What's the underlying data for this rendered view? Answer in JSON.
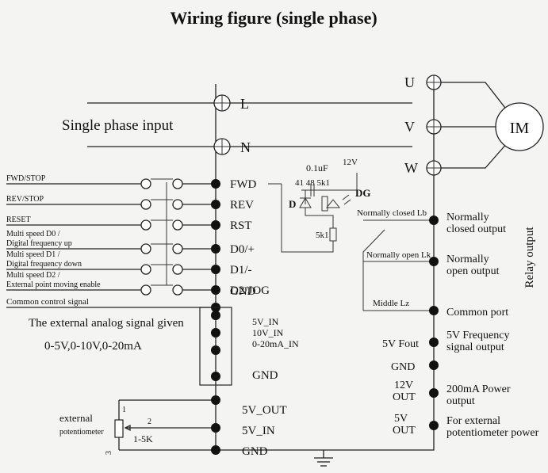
{
  "title": "Wiring figure (single phase)",
  "power": {
    "input_label": "Single phase input",
    "L": "L",
    "N": "N"
  },
  "motor": {
    "U": "U",
    "V": "V",
    "W": "W",
    "label": "IM"
  },
  "inputs": [
    {
      "line": "FWD/STOP",
      "terminal": "FWD"
    },
    {
      "line": "REV/STOP",
      "terminal": "REV"
    },
    {
      "line": "RESET",
      "terminal": "RST"
    },
    {
      "line_top": "Multi speed D0 /",
      "line": "Digital frequency  up",
      "terminal": "D0/+"
    },
    {
      "line_top": "Multi speed D1 /",
      "line": "Digital frequency  down",
      "terminal": "D1/-"
    },
    {
      "line_top": "Multi speed D2 /",
      "line": "External point moving enable",
      "terminal": "D2/JOG"
    }
  ],
  "common": {
    "line": "Common control signal",
    "terminal": "GND"
  },
  "analog": {
    "desc": "The external analog signal given",
    "range": "0-5V,0-10V,0-20mA",
    "t1": "5V_IN",
    "t2": "10V_IN",
    "t3": "0-20mA_IN",
    "gnd": "GND"
  },
  "pot": {
    "label1": "external",
    "label2": "potentiometer",
    "pin1": "1",
    "pin2": "2",
    "pin3": "3",
    "value": "1-5K",
    "t_out": "5V_OUT",
    "t_in": "5V_IN",
    "t_gnd": "GND"
  },
  "indicator": {
    "cap": "0.1uF",
    "v12": "12V",
    "r_codes": "41 48 5k1",
    "d": "D",
    "dg": "DG",
    "r2": "5k1"
  },
  "relay": {
    "nc_contact": "Normally closed Lb",
    "no_contact": "Normally open Lk",
    "middle": "Middle Lz",
    "nc_out_1": "Normally",
    "nc_out_2": "closed output",
    "no_out_1": "Normally",
    "no_out_2": "open output",
    "common": "Common port",
    "side": "Relay output"
  },
  "right_terms": [
    {
      "left": "5V Fout",
      "right_1": "5V Frequency",
      "right_2": "signal output"
    },
    {
      "left": "GND",
      "right_1": "",
      "right_2": ""
    },
    {
      "left_1": "12V",
      "left_2": "OUT",
      "right_1": "200mA Power",
      "right_2": "output"
    },
    {
      "left_1": "5V",
      "left_2": "OUT",
      "right_1": "For external",
      "right_2": "potentiometer power"
    }
  ]
}
